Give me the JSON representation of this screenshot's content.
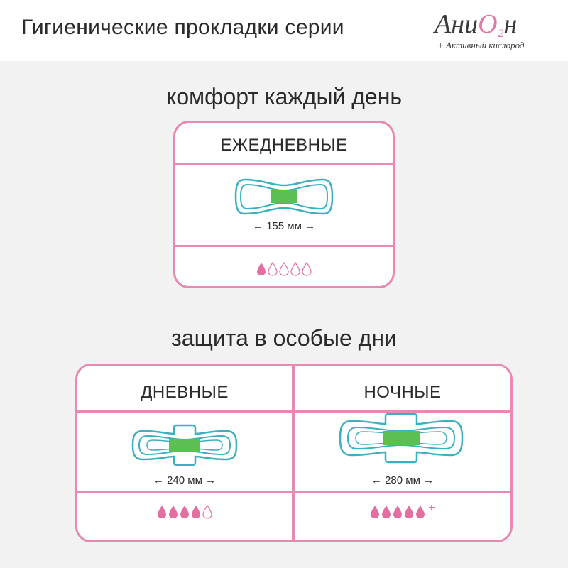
{
  "header": {
    "title": "Гигиенические прокладки серии",
    "brand": {
      "logo_prefix": "Ани",
      "logo_o": "O",
      "logo_sub": "2",
      "logo_suffix": "н",
      "tagline": "+ Активный кислород"
    }
  },
  "sections": [
    {
      "heading": "комфорт каждый день",
      "cells": [
        {
          "title": "ЕЖЕДНЕВНЫЕ",
          "size": "← 155 мм →",
          "absorbency": 1,
          "max": 5,
          "plus": ""
        }
      ]
    },
    {
      "heading": "защита в особые дни",
      "cells": [
        {
          "title": "ДНЕВНЫЕ",
          "size": "← 240 мм →",
          "absorbency": 4,
          "max": 5,
          "plus": ""
        },
        {
          "title": "НОЧНЫЕ",
          "size": "← 280 мм →",
          "absorbency": 5,
          "max": 5,
          "plus": "+"
        }
      ]
    }
  ],
  "colors": {
    "accent_pink": "#e789b1",
    "drop_fill": "#e36fa0",
    "pad_outline": "#3bb0bf",
    "core_green": "#5cbf53"
  },
  "icons": {
    "pad": "pad-icon",
    "drop": "drop-icon"
  }
}
